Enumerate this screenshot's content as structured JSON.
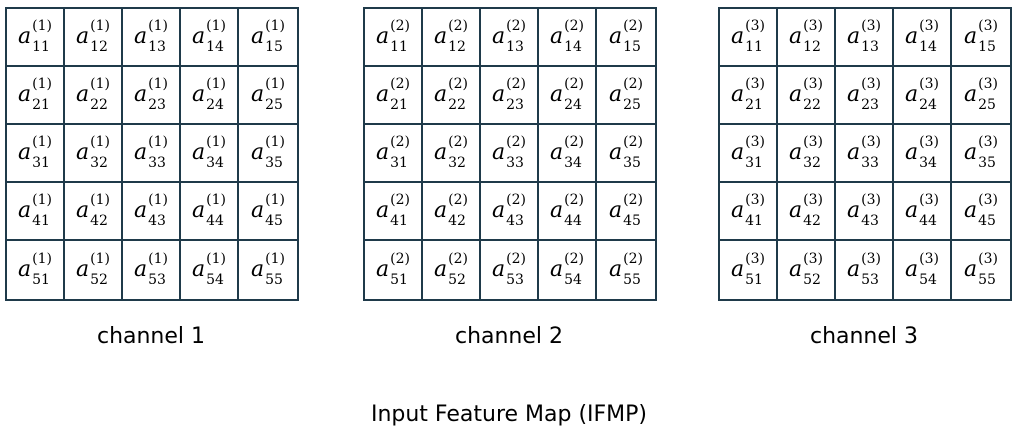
{
  "diagram": {
    "caption": "Input Feature Map (IFMP)",
    "base_symbol": "a",
    "channels": [
      {
        "label": "channel 1",
        "superscript": "(1)",
        "rows": [
          [
            "11",
            "12",
            "13",
            "14",
            "15"
          ],
          [
            "21",
            "22",
            "23",
            "24",
            "25"
          ],
          [
            "31",
            "32",
            "33",
            "34",
            "35"
          ],
          [
            "41",
            "42",
            "43",
            "44",
            "45"
          ],
          [
            "51",
            "52",
            "53",
            "54",
            "55"
          ]
        ]
      },
      {
        "label": "channel 2",
        "superscript": "(2)",
        "rows": [
          [
            "11",
            "12",
            "13",
            "14",
            "15"
          ],
          [
            "21",
            "22",
            "23",
            "24",
            "25"
          ],
          [
            "31",
            "32",
            "33",
            "34",
            "35"
          ],
          [
            "41",
            "42",
            "43",
            "44",
            "45"
          ],
          [
            "51",
            "52",
            "53",
            "54",
            "55"
          ]
        ]
      },
      {
        "label": "channel 3",
        "superscript": "(3)",
        "rows": [
          [
            "11",
            "12",
            "13",
            "14",
            "15"
          ],
          [
            "21",
            "22",
            "23",
            "24",
            "25"
          ],
          [
            "31",
            "32",
            "33",
            "34",
            "35"
          ],
          [
            "41",
            "42",
            "43",
            "44",
            "45"
          ],
          [
            "51",
            "52",
            "53",
            "54",
            "55"
          ]
        ]
      }
    ]
  }
}
